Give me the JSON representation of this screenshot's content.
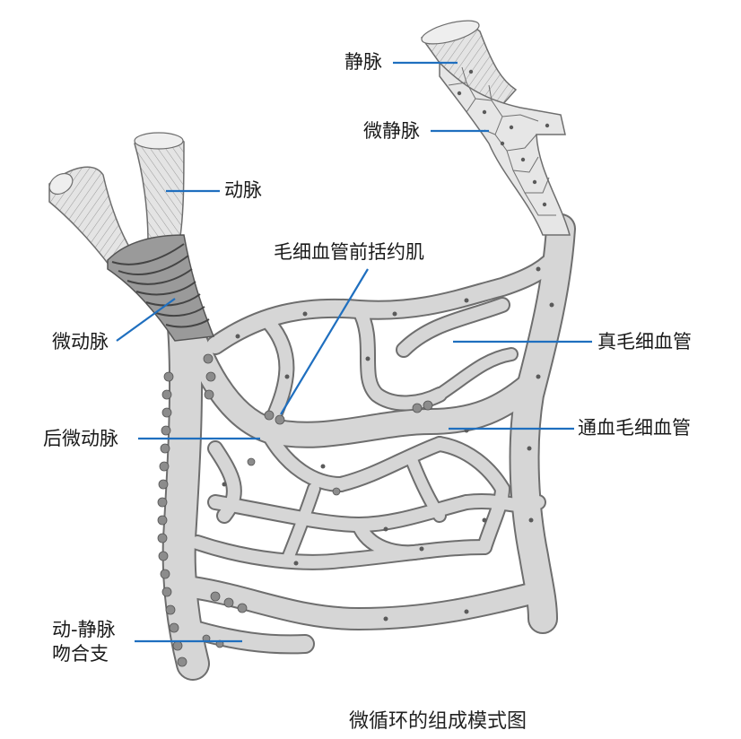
{
  "labels": {
    "vein": "静脉",
    "venule": "微静脉",
    "artery": "动脉",
    "precapillary_sphincter": "毛细血管前括约肌",
    "arteriole": "微动脉",
    "true_capillary": "真毛细血管",
    "metarteriole": "后微动脉",
    "thoroughfare_channel": "通血毛细血管",
    "av_anastomosis_line1": "动-静脉",
    "av_anastomosis_line2": "吻合支"
  },
  "caption": "微循环的组成模式图",
  "colors": {
    "leader_line": "#1f6fbf",
    "vessel_fill": "#d6d6d6",
    "vessel_stroke": "#6e6e6e",
    "smooth_muscle": "#8c8c8c",
    "nucleus": "#5a5a5a"
  }
}
